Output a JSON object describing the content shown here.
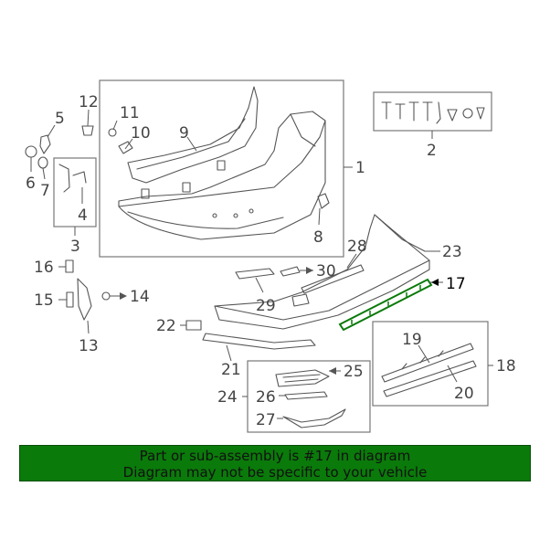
{
  "callouts": [
    {
      "id": "1",
      "text": "1"
    },
    {
      "id": "2",
      "text": "2"
    },
    {
      "id": "3",
      "text": "3"
    },
    {
      "id": "4",
      "text": "4"
    },
    {
      "id": "5",
      "text": "5"
    },
    {
      "id": "6",
      "text": "6"
    },
    {
      "id": "7",
      "text": "7"
    },
    {
      "id": "8",
      "text": "8"
    },
    {
      "id": "9",
      "text": "9"
    },
    {
      "id": "10",
      "text": "10"
    },
    {
      "id": "11",
      "text": "11"
    },
    {
      "id": "12",
      "text": "12"
    },
    {
      "id": "13",
      "text": "13"
    },
    {
      "id": "14",
      "text": "14"
    },
    {
      "id": "15",
      "text": "15"
    },
    {
      "id": "16",
      "text": "16"
    },
    {
      "id": "17",
      "text": "17"
    },
    {
      "id": "18",
      "text": "18"
    },
    {
      "id": "19",
      "text": "19"
    },
    {
      "id": "20",
      "text": "20"
    },
    {
      "id": "21",
      "text": "21"
    },
    {
      "id": "22",
      "text": "22"
    },
    {
      "id": "23",
      "text": "23"
    },
    {
      "id": "24",
      "text": "24"
    },
    {
      "id": "25",
      "text": "25"
    },
    {
      "id": "26",
      "text": "26"
    },
    {
      "id": "27",
      "text": "27"
    },
    {
      "id": "28",
      "text": "28"
    },
    {
      "id": "29",
      "text": "29"
    },
    {
      "id": "30",
      "text": "30"
    }
  ],
  "highlighted_part": "17",
  "highlight_color": "#0a7a0a",
  "banner": {
    "line1": "Part or sub-assembly is #17 in diagram",
    "line2": "Diagram may not be specific to your vehicle",
    "background": "#0a7a0a"
  }
}
